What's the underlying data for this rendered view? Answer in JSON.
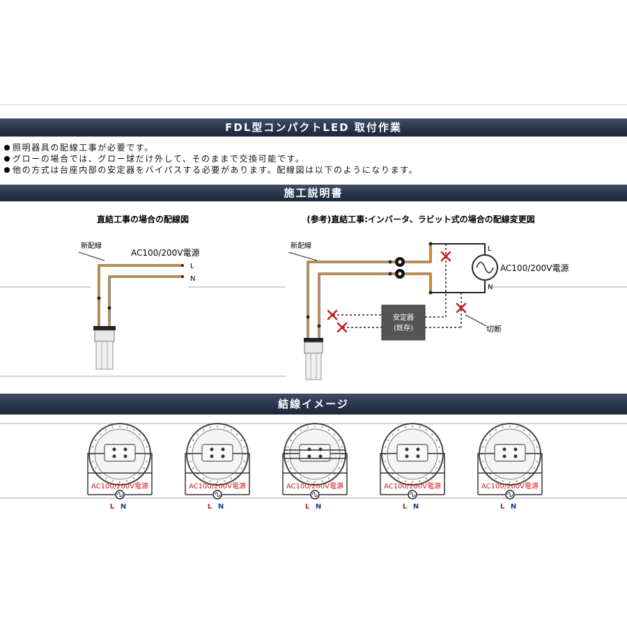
{
  "header": {
    "title": "FDL型コンパクトLED 取付作業"
  },
  "notes": [
    "照明器具の配線工事が必要です。",
    "グローの場合では、グロー球だけ外して、そのままで交換可能です。",
    "他の方式は台座内部の安定器をバイパスする必要があります。配線図は以下のようになります。"
  ],
  "section2": {
    "title": "施工説明書"
  },
  "left_diagram": {
    "title": "直結工事の場合の配線図",
    "new_wire_label": "新配線",
    "power_label": "AC100/200V電源",
    "terminal_l": "L",
    "terminal_n": "N"
  },
  "right_diagram": {
    "title": "(参考)直結工事:インバータ、ラビット式の場合の配線変更図",
    "new_wire_label": "新配線",
    "power_label": "AC100/200V電源",
    "terminal_l": "L",
    "terminal_n": "N",
    "ballast_line1": "安定器",
    "ballast_line2": "(既存)",
    "cut_label": "切断"
  },
  "section3": {
    "title": "結線イメージ"
  },
  "wiring_images": [
    {
      "power_label": "AC100/200V電源",
      "l": "L",
      "n": "N"
    },
    {
      "power_label": "AC100/200V電源",
      "l": "L",
      "n": "N"
    },
    {
      "power_label": "AC100/200V電源",
      "l": "L",
      "n": "N"
    },
    {
      "power_label": "AC100/200V電源",
      "l": "L",
      "n": "N"
    },
    {
      "power_label": "AC100/200V電源",
      "l": "L",
      "n": "N"
    }
  ],
  "colors": {
    "band": "#263449",
    "wire": "#d58a2a",
    "cut_mark": "#cc1a1a",
    "power_label": "#cc1a1a",
    "n_label": "#1a3a9c"
  }
}
